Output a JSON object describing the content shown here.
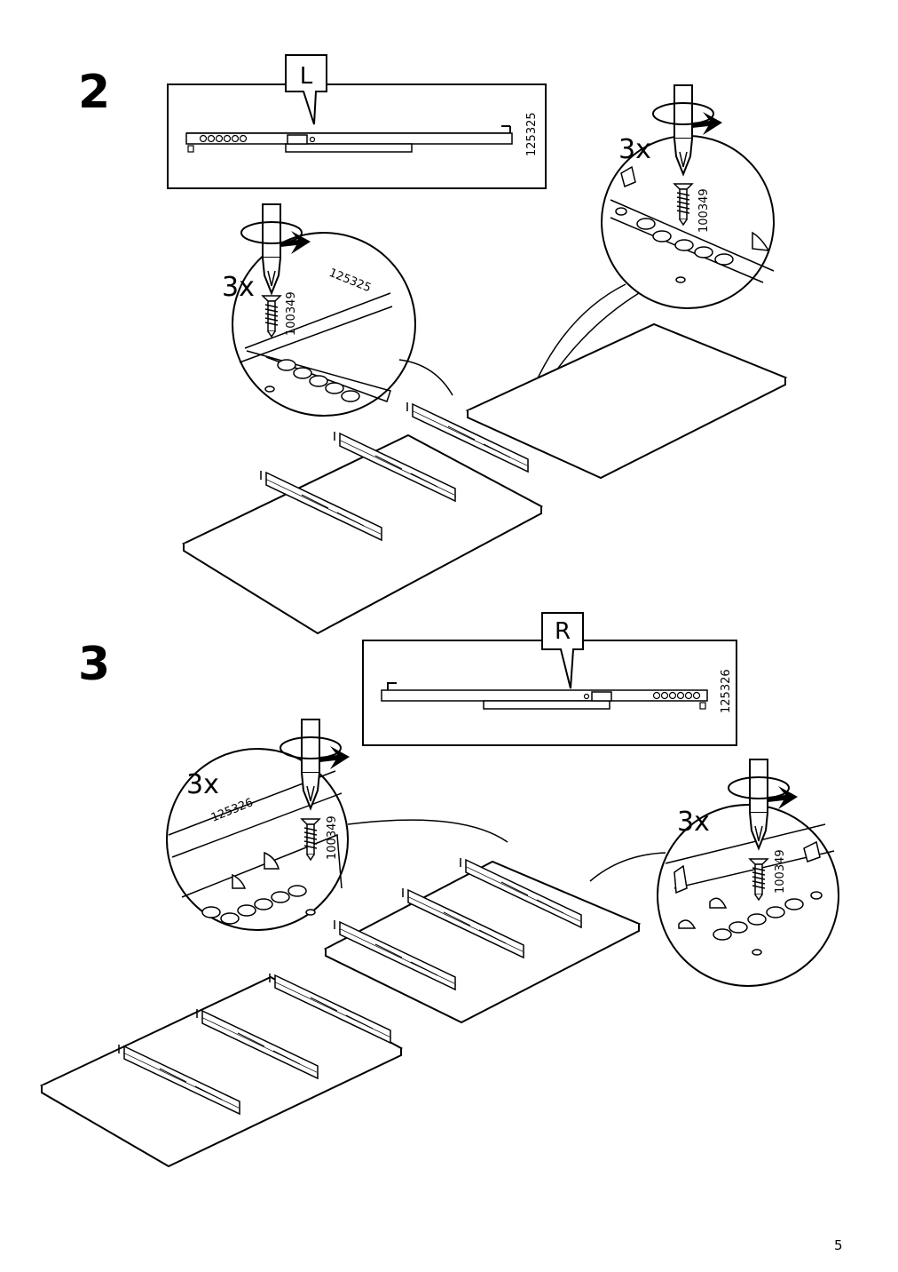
{
  "page_number": "5",
  "steps": [
    {
      "number": "2",
      "rail_side": "L",
      "rail_part": "125325",
      "screw_part": "100349",
      "details": [
        {
          "quantity": "3x",
          "screw_part": "100349",
          "rail_part": "125325"
        },
        {
          "quantity": "3x",
          "screw_part": "100349"
        }
      ]
    },
    {
      "number": "3",
      "rail_side": "R",
      "rail_part": "125326",
      "screw_part": "100349",
      "details": [
        {
          "quantity": "3x",
          "screw_part": "100349",
          "rail_part": "125326"
        },
        {
          "quantity": "3x",
          "screw_part": "100349"
        }
      ]
    }
  ]
}
